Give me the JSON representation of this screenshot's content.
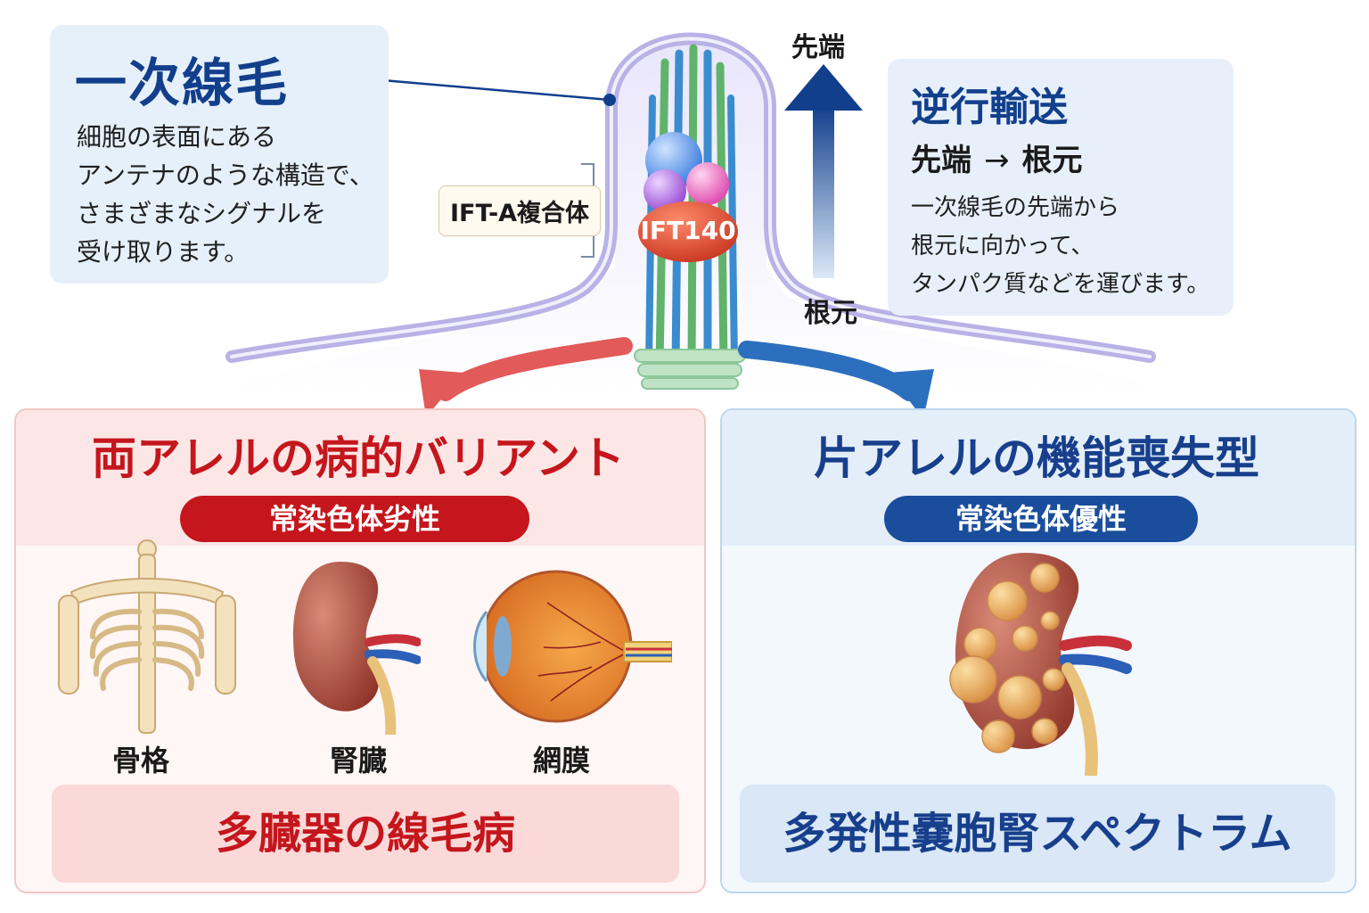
{
  "cilium": {
    "title": "一次線毛",
    "description": [
      "細胞の表面にある",
      "アンテナのような構造で、",
      "さまざまなシグナルを",
      "受け取ります。"
    ]
  },
  "axis_labels": {
    "tip": "先端",
    "base": "根元"
  },
  "complex": {
    "ift_a": "IFT-A複合体",
    "ift140": "IFT140"
  },
  "transport": {
    "title": "逆行輸送",
    "from": "先端",
    "arrow": "→",
    "to": "根元",
    "description": [
      "一次線毛の先端から",
      "根元に向かって、",
      "タンパク質などを運びます。"
    ]
  },
  "left_panel": {
    "title": "両アレルの病的バリアント",
    "inheritance": "常染色体劣性",
    "organs": [
      {
        "label": "骨格",
        "icon": "skeleton-icon"
      },
      {
        "label": "腎臓",
        "icon": "kidney-icon"
      },
      {
        "label": "網膜",
        "icon": "eye-retina-icon"
      }
    ],
    "result": "多臓器の線毛病"
  },
  "right_panel": {
    "title": "片アレルの機能喪失型",
    "inheritance": "常染色体優性",
    "organ_icon": "polycystic-kidney-icon",
    "result": "多発性嚢胞腎スペクトラム"
  },
  "colors": {
    "navy": "#123f8c",
    "red": "#c4161c",
    "blue": "#1a4d9c",
    "cilium_membrane": "#b9b2e6"
  }
}
